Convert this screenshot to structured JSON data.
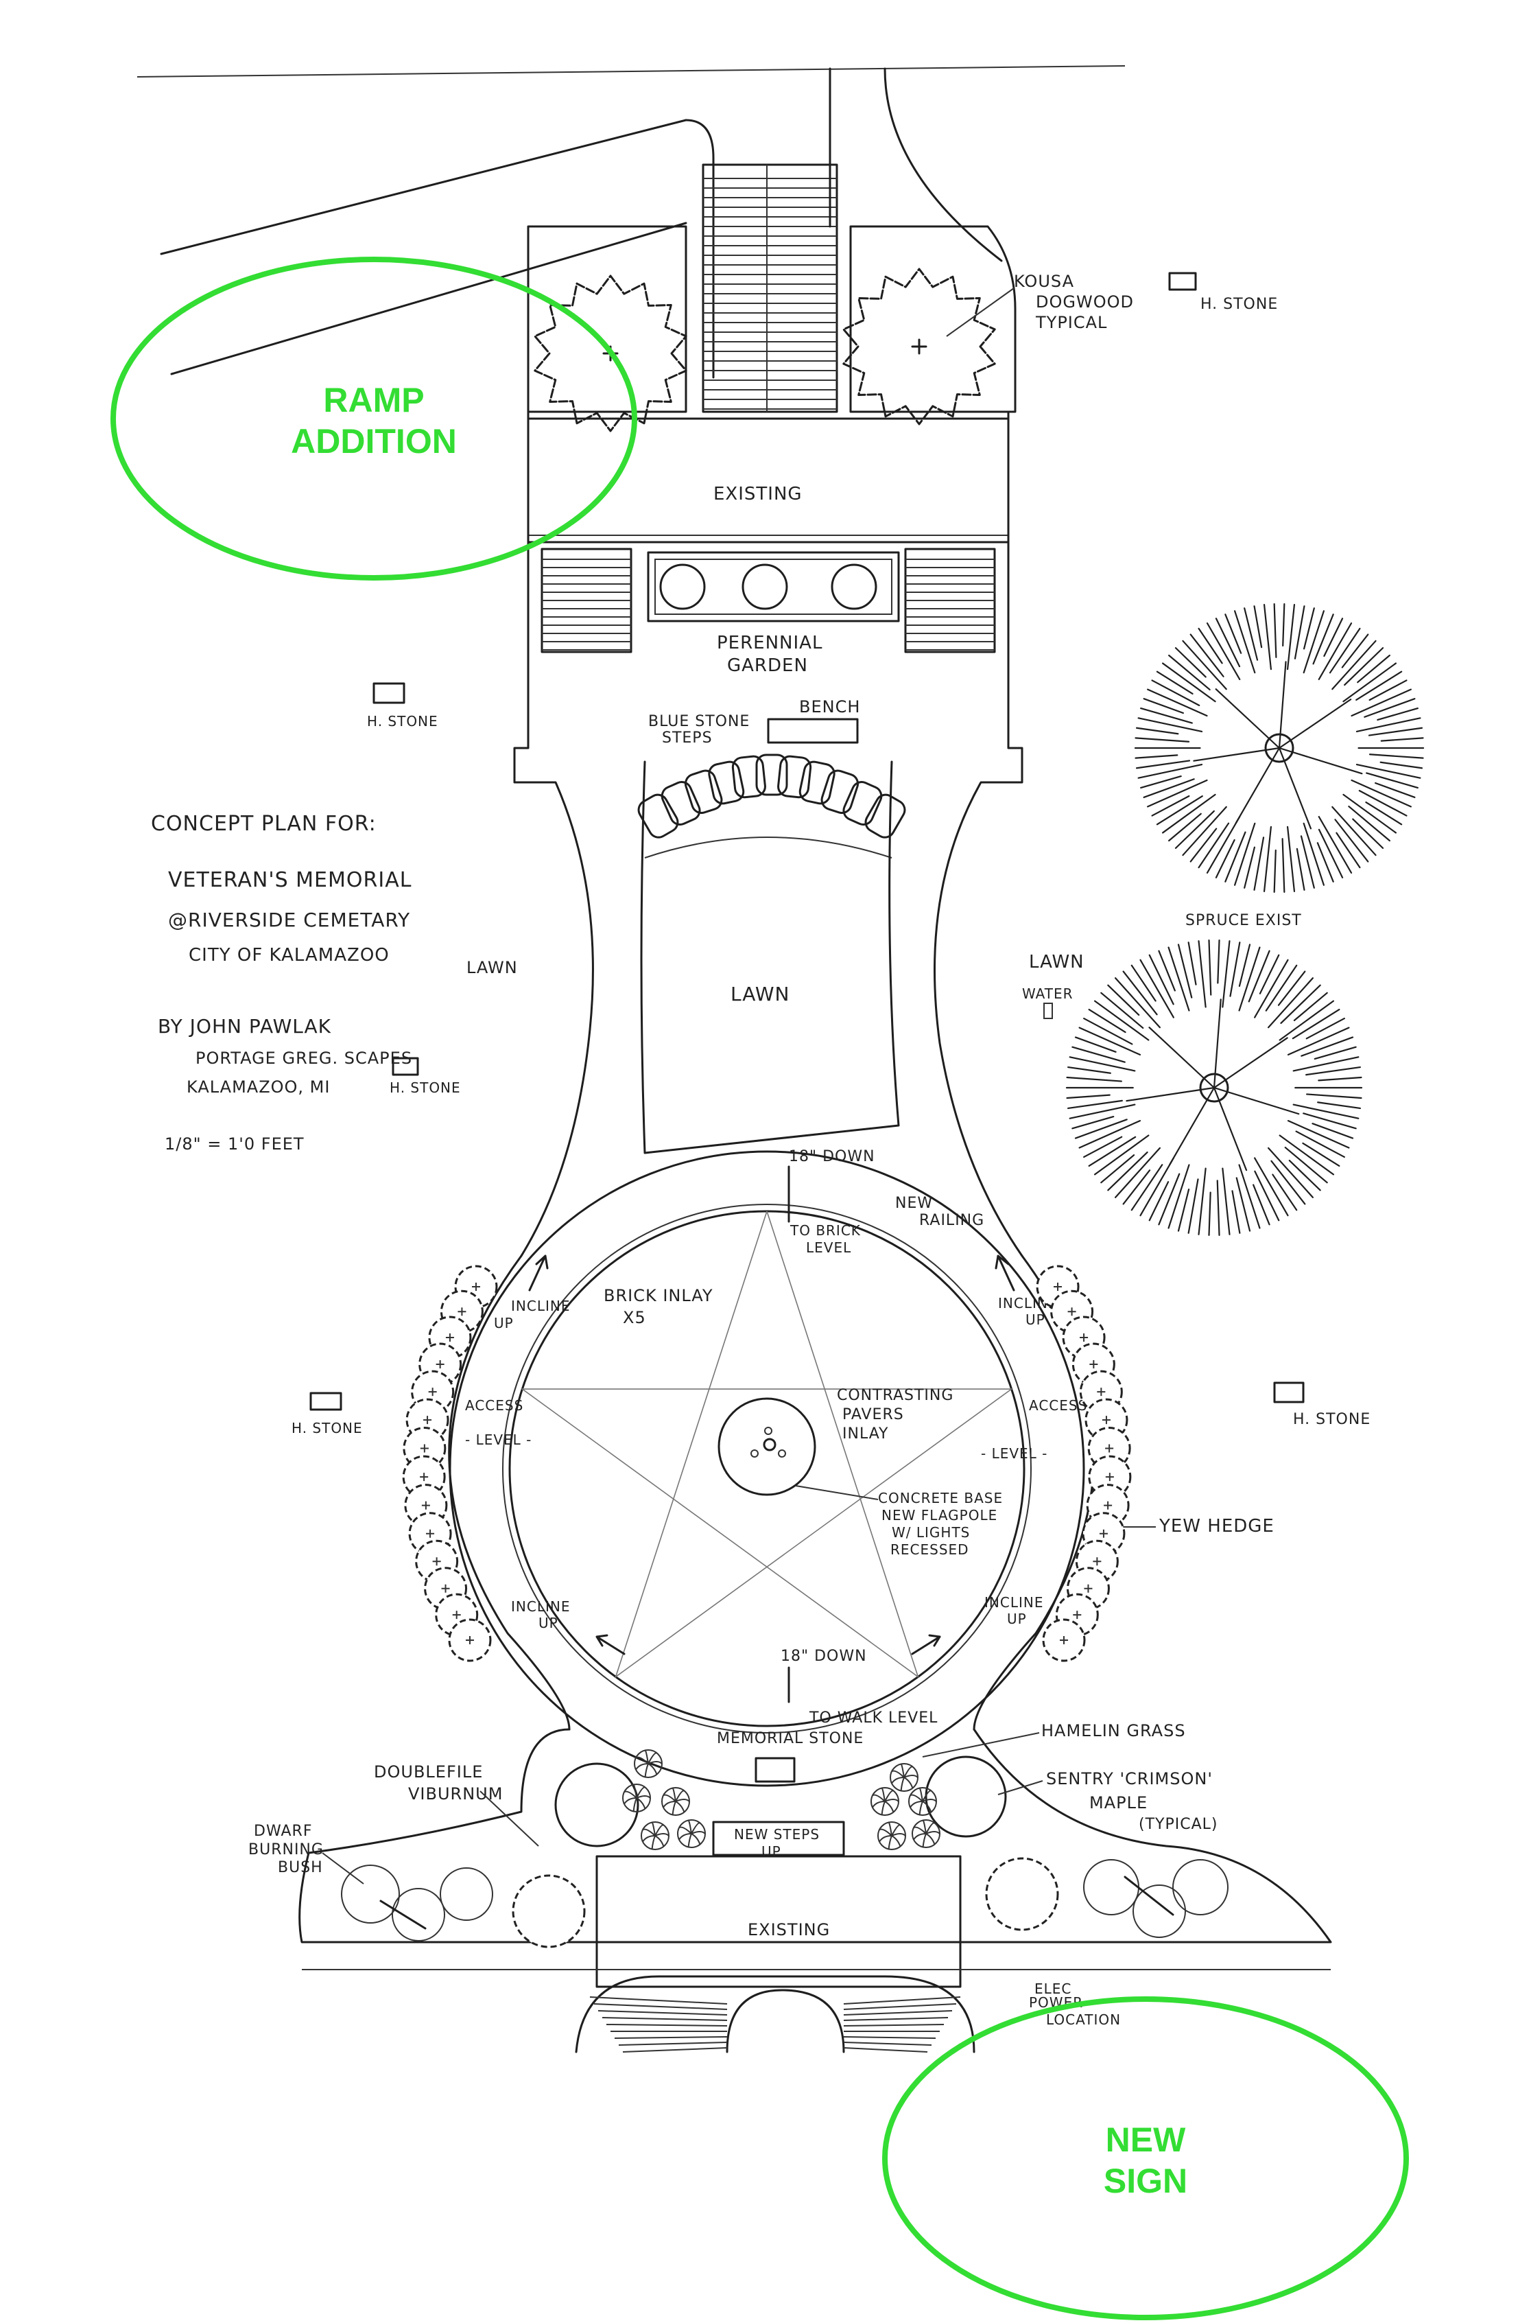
{
  "labels": {
    "kousa": "KOUSA",
    "dogwood": "DOGWOOD",
    "typical": "TYPICAL",
    "h_stone": "H. STONE",
    "existing": "EXISTING",
    "perennial": "PERENNIAL",
    "garden": "GARDEN",
    "blue_stone": "BLUE STONE",
    "steps": "STEPS",
    "bench": "BENCH",
    "spruce_exist": "SPRUCE EXIST",
    "lawn": "LAWN",
    "water": "WATER",
    "concept_title": "CONCEPT PLAN FOR:",
    "veterans_memorial": "VETERAN'S MEMORIAL",
    "riverside": "@RIVERSIDE CEMETARY",
    "city": "CITY OF KALAMAZOO",
    "by": "BY JOHN PAWLAK",
    "portage": "PORTAGE GREG. SCAPES",
    "kalamazoo_mi": "KALAMAZOO, MI",
    "scale": "1/8\" = 1'0 FEET",
    "down_18_top": "18\" DOWN",
    "to_brick": "TO BRICK",
    "level": "LEVEL",
    "new": "NEW",
    "railing": "RAILING",
    "brick_inlay": "BRICK INLAY",
    "x5": "X5",
    "incline": "INCLINE",
    "up": "UP",
    "access": "ACCESS",
    "level_dash_left": "- LEVEL -",
    "level_dash_right": "- LEVEL -",
    "contrasting": "CONTRASTING",
    "pavers": "PAVERS",
    "inlay": "INLAY",
    "concrete_base": "CONCRETE BASE",
    "new_flagpole": "NEW FLAGPOLE",
    "w_lights": "W/ LIGHTS",
    "recessed": "RECESSED",
    "yew_hedge": "YEW HEDGE",
    "down_18_bottom": "18\" DOWN",
    "to_walk_level": "TO WALK LEVEL",
    "memorial_stone": "MEMORIAL STONE",
    "hamelin_grass": "HAMELIN GRASS",
    "sentry_crimson": "SENTRY 'CRIMSON'",
    "maple": "MAPLE",
    "typical_paren": "(TYPICAL)",
    "doublefile": "DOUBLEFILE",
    "viburnum": "VIBURNUM",
    "dwarf": "DWARF",
    "burning": "BURNING",
    "bush": "BUSH",
    "new_steps": "NEW STEPS",
    "elec": "ELEC",
    "power": "POWER",
    "location": "LOCATION"
  },
  "callouts": {
    "ramp_line1": "RAMP",
    "ramp_line2": "ADDITION",
    "sign_line1": "NEW",
    "sign_line2": "SIGN"
  },
  "colors": {
    "callout_green": "#33dd33",
    "ink": "#1e1e1e"
  }
}
